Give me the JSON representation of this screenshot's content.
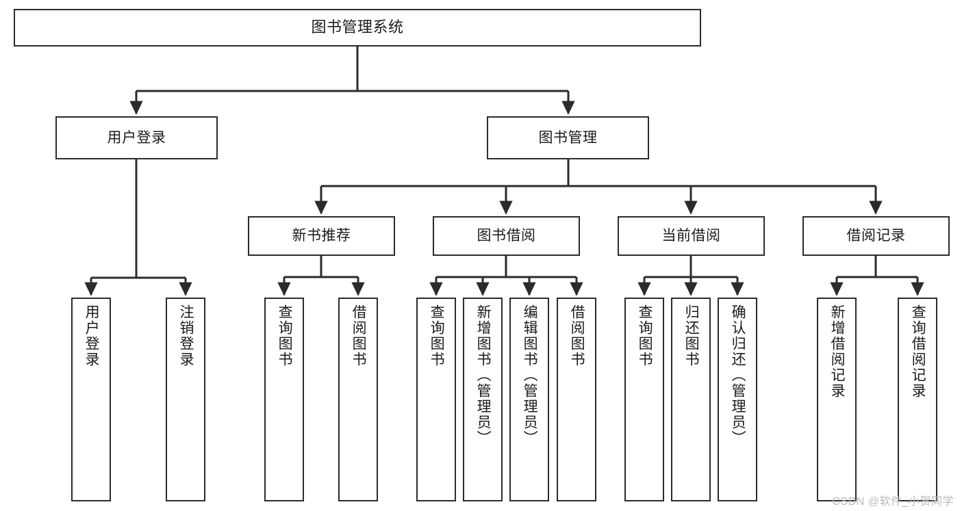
{
  "diagram": {
    "type": "tree-hierarchy",
    "title": "图书管理系统",
    "watermark": "CSDN @软件_小贺同学",
    "colors": {
      "box_border": "#2b2b2b",
      "box_fill": "#ffffff",
      "connector": "#2b2b2b",
      "text": "#1a1a1a",
      "watermark": "#b9b9b9",
      "background": "#ffffff"
    },
    "root": {
      "id": "root",
      "label": "图书管理系统"
    },
    "level2": [
      {
        "id": "user-login",
        "label": "用户登录"
      },
      {
        "id": "book-manage",
        "label": "图书管理"
      }
    ],
    "level3": [
      {
        "id": "new-book-recommend",
        "label": "新书推荐",
        "parent": "book-manage"
      },
      {
        "id": "book-borrow",
        "label": "图书借阅",
        "parent": "book-manage"
      },
      {
        "id": "current-borrow",
        "label": "当前借阅",
        "parent": "book-manage"
      },
      {
        "id": "borrow-record",
        "label": "借阅记录",
        "parent": "book-manage"
      }
    ],
    "leaves": [
      {
        "id": "leaf-user-login",
        "label": "用户登录",
        "parent": "user-login"
      },
      {
        "id": "leaf-logout-login",
        "label": "注销登录",
        "parent": "user-login"
      },
      {
        "id": "leaf-query-book-1",
        "label": "查询图书",
        "parent": "new-book-recommend"
      },
      {
        "id": "leaf-borrow-book-1",
        "label": "借阅图书",
        "parent": "new-book-recommend"
      },
      {
        "id": "leaf-query-book-2",
        "label": "查询图书",
        "parent": "book-borrow"
      },
      {
        "id": "leaf-add-book",
        "label": "新增图书（管理员）",
        "parent": "book-borrow"
      },
      {
        "id": "leaf-edit-book",
        "label": "编辑图书（管理员）",
        "parent": "book-borrow"
      },
      {
        "id": "leaf-borrow-book-2",
        "label": "借阅图书",
        "parent": "book-borrow"
      },
      {
        "id": "leaf-query-book-3",
        "label": "查询图书",
        "parent": "current-borrow"
      },
      {
        "id": "leaf-return-book",
        "label": "归还图书",
        "parent": "current-borrow"
      },
      {
        "id": "leaf-confirm-return",
        "label": "确认归还（管理员）",
        "parent": "current-borrow"
      },
      {
        "id": "leaf-add-record",
        "label": "新增借阅记录",
        "parent": "borrow-record"
      },
      {
        "id": "leaf-query-record",
        "label": "查询借阅记录",
        "parent": "borrow-record"
      }
    ]
  }
}
